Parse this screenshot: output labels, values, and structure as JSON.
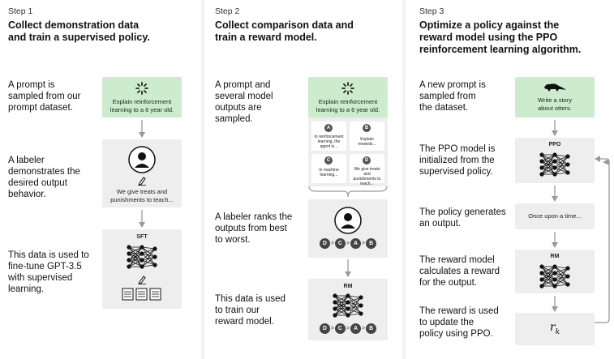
{
  "steps": [
    {
      "step_label": "Step 1",
      "title_line1": "Collect demonstration data",
      "title_line2": "and train a supervised policy.",
      "descs": [
        [
          "A prompt is",
          "sampled from our",
          "prompt dataset."
        ],
        [
          "A labeler",
          "demonstrates the",
          "desired output",
          "behavior."
        ],
        [
          "This data is used to",
          "fine-tune GPT-3.5",
          "with supervised",
          "learning."
        ]
      ],
      "prompt_box": [
        "Explain reinforcement",
        "learning to a 6 year old."
      ],
      "demo_text": [
        "We give treats and",
        "punishments to teach..."
      ],
      "model_label": "SFT"
    },
    {
      "step_label": "Step 2",
      "title_line1": "Collect comparison data and",
      "title_line2": "train a reward model.",
      "descs": [
        [
          "A prompt and",
          "several model",
          "outputs are",
          "sampled."
        ],
        [
          "A labeler ranks the",
          "outputs from best",
          "to worst."
        ],
        [
          "This data is used",
          "to train our",
          "reward model."
        ]
      ],
      "prompt_box": [
        "Explain reinforcement",
        "learning to a 6 year old."
      ],
      "outputs": [
        {
          "id": "A",
          "text": [
            "In reinforcement",
            "learning, the",
            "agent is..."
          ]
        },
        {
          "id": "B",
          "text": [
            "Explain rewards..."
          ]
        },
        {
          "id": "C",
          "text": [
            "In machine",
            "learning..."
          ]
        },
        {
          "id": "D",
          "text": [
            "We give treats and",
            "punishments to",
            "teach..."
          ]
        }
      ],
      "ranking": [
        "D",
        "C",
        "A",
        "B"
      ],
      "ranking_sep": ">",
      "model_label": "RM"
    },
    {
      "step_label": "Step 3",
      "title_line1": "Optimize a policy against the",
      "title_line2": "reward model using the PPO",
      "title_line3": "reinforcement learning algorithm.",
      "descs": [
        [
          "A new prompt is",
          "sampled from",
          "the dataset."
        ],
        [
          "The PPO model is",
          "initialized from the",
          "supervised policy."
        ],
        [
          "The policy generates",
          "an output."
        ],
        [
          "The reward model",
          "calculates a reward",
          "for the output."
        ],
        [
          "The reward is used",
          "to update the",
          "policy using PPO."
        ]
      ],
      "prompt_box": [
        "Write a story",
        "about otters."
      ],
      "ppo_label": "PPO",
      "output_text": "Once upon a time...",
      "rm_label": "RM",
      "reward_symbol": "r",
      "reward_sub": "k"
    }
  ],
  "colors": {
    "prompt_green": "#cdeccd",
    "box_grey": "#eeeeee",
    "arrow_grey": "#999999"
  }
}
